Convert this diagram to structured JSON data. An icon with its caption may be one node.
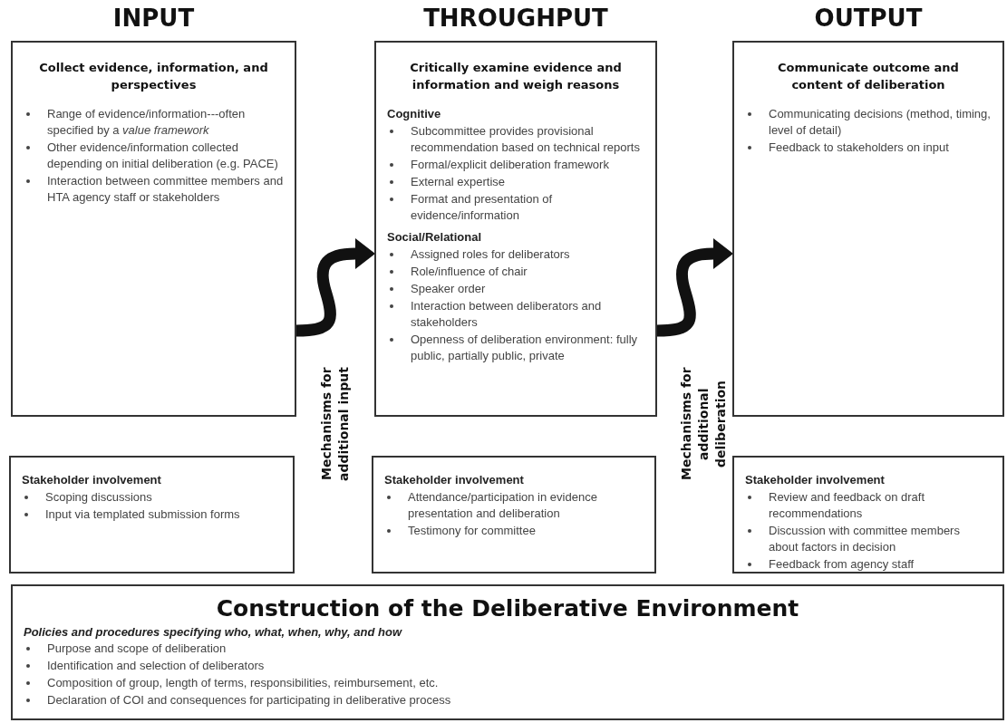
{
  "diagram": {
    "nodes": [
      {
        "text": [
          "INPUT",
          "Collect evidence, information, and perspectives",
          "Range of evidence/information---often specified by a *value framework*",
          "Other evidence/information collected depending on initial deliberation (e.g. PACE)",
          "Interaction between committee members and HTA agency staff or stakeholders"
        ]
      },
      {
        "text": [
          "THROUGHPUT",
          "Critically examine evidence and information and weigh reasons",
          "Cognitive",
          "Subcommittee provides provisional recommendation based on technical reports",
          "Formal/explicit deliberation framework",
          "External expertise",
          "Format and presentation of evidence/information",
          "Social/Relational",
          "Assigned roles for deliberators",
          "Role/influence of chair",
          "Speaker order",
          "Interaction between deliberators and stakeholders",
          "Openness of deliberation environment: fully public, partially public, private"
        ]
      },
      {
        "text": [
          "OUTPUT",
          "Communicate outcome and content of deliberation",
          "Communicating decisions (method, timing, level of detail)",
          "Feedback to stakeholders on input"
        ]
      },
      {
        "text": [
          "Stakeholder involvement",
          "Scoping discussions",
          "Input via templated submission forms"
        ]
      },
      {
        "text": [
          "Stakeholder involvement",
          "Attendance/participation in evidence presentation and deliberation",
          "Testimony for committee"
        ]
      },
      {
        "text": [
          "Stakeholder involvement",
          "Review and feedback on draft recommendations",
          "Discussion with committee members about factors in decision",
          "Feedback from agency staff"
        ]
      },
      {
        "text": [
          "Construction of the Deliberative Environment",
          "Policies and procedures specifying who, what, when, why, and how",
          "Purpose and scope of deliberation",
          "Identification and selection of deliberators",
          "Composition of group, length of terms, responsibilities, reimbursement, etc.",
          "Declaration of COI and consequences for participating in deliberative process"
        ]
      }
    ],
    "edges": [
      {
        "from": 0,
        "to": 1,
        "arrow": "to",
        "label": "Mechanisms for additional input"
      },
      {
        "from": 1,
        "to": 2,
        "arrow": "to",
        "label": "Mechanisms for additional deliberation"
      }
    ]
  }
}
